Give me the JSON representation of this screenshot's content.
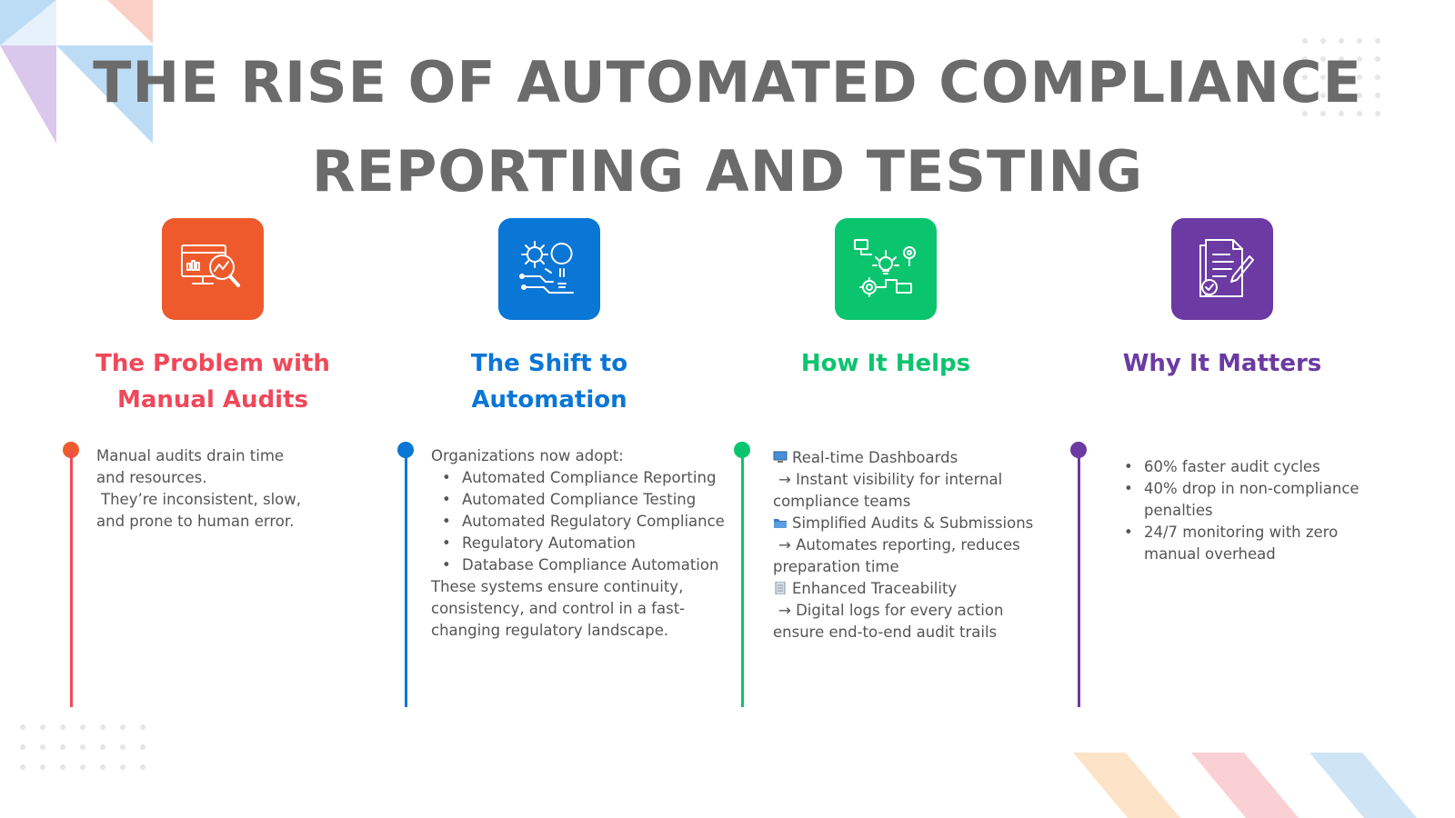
{
  "title": {
    "line1": "THE RISE OF AUTOMATED COMPLIANCE",
    "line2": "REPORTING AND TESTING"
  },
  "colors": {
    "red": "#f0485a",
    "orange": "#ee5a2c",
    "blue": "#0a76d6",
    "green": "#0bc56e",
    "purple": "#6b3aa2",
    "text": "#555555",
    "title": "#6b6b6b"
  },
  "columns": [
    {
      "icon": "monitor-magnifier-icon",
      "heading": [
        "The Problem with",
        "Manual Audits"
      ],
      "body": [
        "Manual audits drain time",
        "and resources.",
        "They’re inconsistent, slow,",
        "and prone to human error."
      ]
    },
    {
      "icon": "gear-lightbulb-circuit-icon",
      "heading": [
        "The Shift to",
        "Automation"
      ],
      "intro": "Organizations now adopt:",
      "items": [
        "Automated Compliance Reporting",
        "Automated Compliance Testing",
        "Automated Regulatory Compliance",
        "Regulatory Automation",
        "Database Compliance Automation"
      ],
      "outro": [
        "These systems ensure continuity,",
        "consistency, and control in a fast-",
        "changing regulatory landscape."
      ]
    },
    {
      "icon": "workflow-idea-icon",
      "heading": [
        "How It Helps"
      ],
      "features": [
        {
          "icon": "computer-icon",
          "title": "Real-time Dashboards",
          "lines": [
            "→ Instant visibility for internal",
            "compliance teams"
          ]
        },
        {
          "icon": "folder-icon",
          "title": "Simplified Audits & Submissions",
          "lines": [
            "→ Automates reporting, reduces",
            "preparation time"
          ]
        },
        {
          "icon": "ledger-icon",
          "title": "Enhanced Traceability",
          "lines": [
            "→ Digital logs for every action",
            "ensure end-to-end audit trails"
          ]
        }
      ]
    },
    {
      "icon": "checklist-pen-icon",
      "heading": [
        "Why It Matters"
      ],
      "items": [
        [
          "60% faster audit cycles"
        ],
        [
          "40% drop in non-compliance",
          "penalties"
        ],
        [
          "24/7 monitoring with zero",
          "manual overhead"
        ]
      ]
    }
  ]
}
